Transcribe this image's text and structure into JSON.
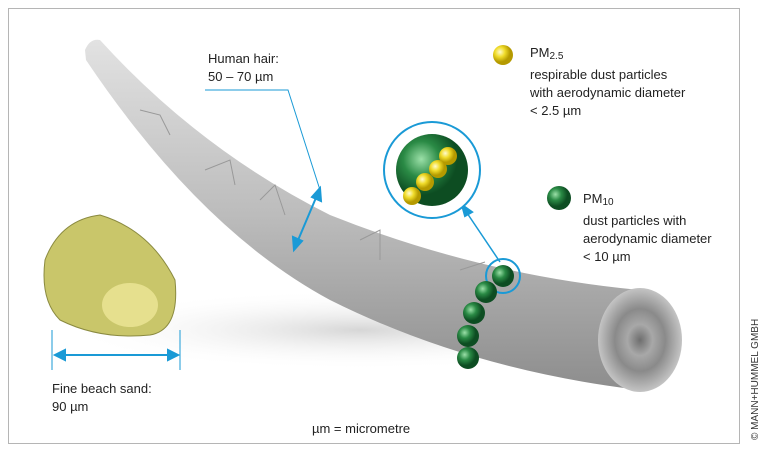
{
  "hair": {
    "label": "Human hair:",
    "size": "50 – 70 µm"
  },
  "pm25": {
    "name": "PM",
    "sub": "2.5",
    "line1": "respirable dust particles",
    "line2": "with aerodynamic diameter",
    "line3": "< 2.5 µm",
    "color": "#e8d21a"
  },
  "pm10": {
    "name": "PM",
    "sub": "10",
    "line1": "dust particles with",
    "line2": "aerodynamic diameter",
    "line3": "< 10 µm",
    "color": "#1f7a3c"
  },
  "sand": {
    "label": "Fine beach sand:",
    "size": "90 µm"
  },
  "unit_note": "µm = micrometre",
  "copyright": "© MANN+HUMMEL GMBH",
  "colors": {
    "arrow": "#1a9ad6",
    "hair": "#b9b9b9"
  }
}
